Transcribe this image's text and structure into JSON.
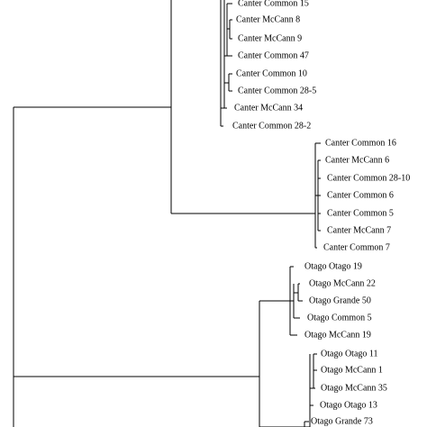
{
  "diagram": {
    "type": "phylogenetic-tree",
    "line_color": "#000000",
    "leaves": [
      "Canter Common 15",
      "Canter McCann 8",
      "Canter McCann 9",
      "Canter Common 47",
      "Canter Common 10",
      "Canter Common 28-5",
      "Canter McCann 34",
      "Canter Common 28-2",
      "Canter Common 16",
      "Canter McCann 6",
      "Canter Common 28-10",
      "Canter Common 6",
      "Canter Common 5",
      "Canter McCann 7",
      "Canter Common 7",
      "Otago Otago 19",
      "Otago McCann 22",
      "Otago Grande 50",
      "Otago Common 5",
      "Otago McCann 19",
      "Otago Otago 11",
      "Otago McCann 1",
      "Otago McCann 35",
      "Otago Otago 13",
      "Otago Grande 73"
    ]
  }
}
